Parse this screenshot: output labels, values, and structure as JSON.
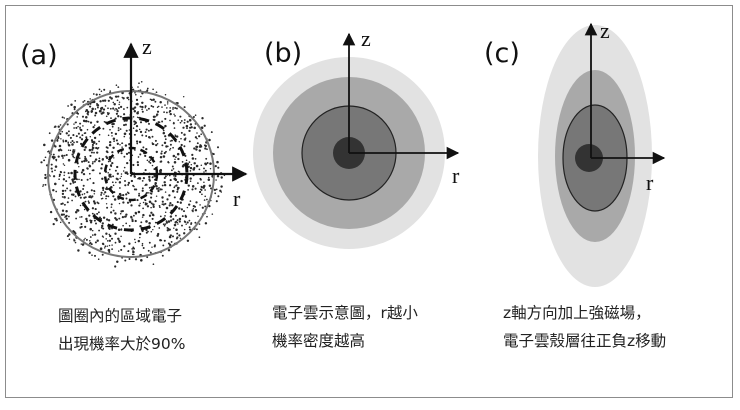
{
  "panels": [
    {
      "label": "(a)",
      "axis_z": "z",
      "axis_r": "r",
      "caption_lines": [
        "圖圈內的區域電子",
        "出現機率大於90%"
      ]
    },
    {
      "label": "(b)",
      "axis_z": "z",
      "axis_r": "r",
      "caption_lines": [
        "電子雲示意圖，r越小",
        "機率密度越高"
      ]
    },
    {
      "label": "(c)",
      "axis_z": "z",
      "axis_r": "r",
      "caption_lines": [
        "z軸方向加上強磁場，",
        "電子雲殼層往正負z移動"
      ]
    }
  ],
  "colors": {
    "outer_shell": "#e2e2e2",
    "middle_shell": "#a9a9a9",
    "inner_shell": "#777777",
    "core": "#333333",
    "dots": "#2a2a2a",
    "border": "#8c8c8c"
  }
}
